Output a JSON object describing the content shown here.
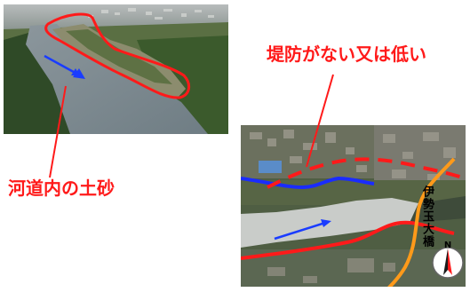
{
  "labels": {
    "sediment": "河道内の土砂",
    "levee": "堤防がない又は低い",
    "road": "伊勢玉大橋",
    "compass_north": "N"
  },
  "colors": {
    "callout": "#ff1a1a",
    "flow_arrow": "#1a3cff",
    "levee_line": "#ff1a1a",
    "road_line": "#ff9a1a",
    "bank_line": "#1a2cff"
  },
  "icons": {
    "flow": "arrow-right-icon",
    "compass": "compass-icon"
  }
}
